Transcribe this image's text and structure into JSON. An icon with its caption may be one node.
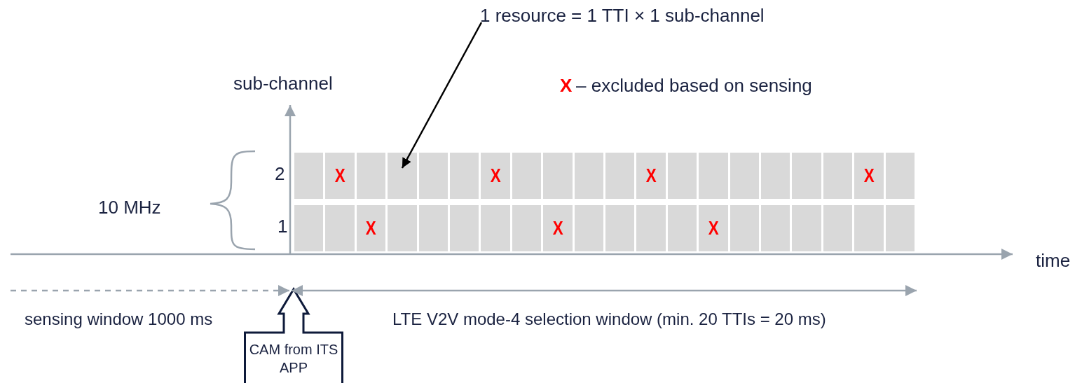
{
  "diagram": {
    "nodes": [
      {
        "text": [
          "1 resource = 1 TTI × 1 sub-channel"
        ]
      },
      {
        "text": [],
        "shape": "box"
      },
      {
        "text": [
          "X"
        ]
      },
      {
        "text": [],
        "shape": "box"
      },
      {
        "text": [],
        "shape": "box"
      },
      {
        "text": [],
        "shape": "box"
      },
      {
        "text": [],
        "shape": "box"
      },
      {
        "text": [
          "X"
        ]
      },
      {
        "text": [],
        "shape": "box"
      },
      {
        "text": [],
        "shape": "box"
      },
      {
        "text": [],
        "shape": "box"
      },
      {
        "text": [],
        "shape": "box"
      },
      {
        "text": [
          "X"
        ]
      },
      {
        "text": [],
        "shape": "box"
      },
      {
        "text": [],
        "shape": "box"
      },
      {
        "text": [],
        "shape": "box"
      },
      {
        "text": [],
        "shape": "box"
      },
      {
        "text": [],
        "shape": "box"
      },
      {
        "text": [],
        "shape": "box"
      },
      {
        "text": [
          "X"
        ]
      },
      {
        "text": [],
        "shape": "box"
      },
      {
        "text": [],
        "shape": "box"
      },
      {
        "text": [],
        "shape": "box"
      },
      {
        "text": [
          "X"
        ]
      },
      {
        "text": [],
        "shape": "box"
      },
      {
        "text": [],
        "shape": "box"
      },
      {
        "text": [],
        "shape": "box"
      },
      {
        "text": [],
        "shape": "box"
      },
      {
        "text": [],
        "shape": "box"
      },
      {
        "text": [
          "X"
        ]
      },
      {
        "text": [],
        "shape": "box"
      },
      {
        "text": [],
        "shape": "box"
      },
      {
        "text": [],
        "shape": "box"
      },
      {
        "text": [],
        "shape": "box"
      },
      {
        "text": [
          "X"
        ]
      },
      {
        "text": [],
        "shape": "box"
      },
      {
        "text": [],
        "shape": "box"
      },
      {
        "text": [],
        "shape": "box"
      },
      {
        "text": [],
        "shape": "box"
      },
      {
        "text": [],
        "shape": "box"
      },
      {
        "text": [],
        "shape": "box"
      },
      {
        "text": [
          "CAM from ITS APP"
        ]
      }
    ],
    "edges": [
      {
        "from": 0,
        "to": 4,
        "arrow": "to"
      }
    ],
    "labels": [
      "sub-channel",
      "X",
      "– excluded based on sensing",
      "2",
      "10 MHz",
      "1",
      "time",
      "sensing window 1000 ms",
      "LTE V2V mode-4 selection window (min. 20 TTIs = 20 ms)"
    ]
  }
}
